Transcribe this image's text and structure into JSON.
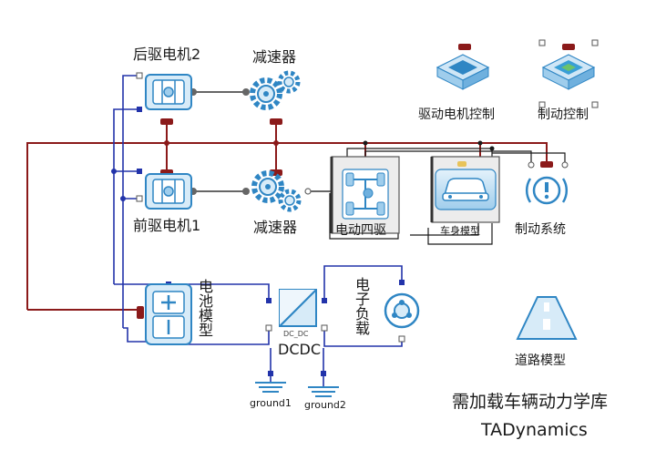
{
  "labels": {
    "rear_motor": "后驱电机2",
    "reducer_top": "减速器",
    "motor_control": "驱动电机控制",
    "brake_control": "制动控制",
    "front_motor": "前驱电机1",
    "reducer_bottom": "减速器",
    "electric_awd": "电动四驱",
    "body_model": "车身模型",
    "brake_system": "制动系统",
    "battery_model": "电池模型",
    "dcdc_small": "DC_DC",
    "dcdc": "DCDC",
    "electronic_load": "电子负载",
    "road_model": "道路模型",
    "ground1": "ground1",
    "ground2": "ground2"
  },
  "caption": {
    "line1": "需加载车辆动力学库",
    "line2": "TADynamics"
  },
  "colors": {
    "wire_dark_red": "#8b1a1a",
    "wire_blue": "#2233aa",
    "wire_black": "#1a1a1a",
    "wire_gray": "#666666",
    "icon_blue": "#2f86c4",
    "icon_light": "#d9ecf8",
    "block_bg": "#ececec"
  },
  "icons": {
    "motor": "motor-icon",
    "gear": "gear-icon",
    "controller": "controller-icon",
    "chassis": "chassis-icon",
    "car": "car-icon",
    "brake": "brake-warning-icon",
    "battery": "battery-icon",
    "converter": "dcdc-converter-icon",
    "load": "electronic-load-icon",
    "road": "road-icon",
    "ground": "ground-icon"
  }
}
